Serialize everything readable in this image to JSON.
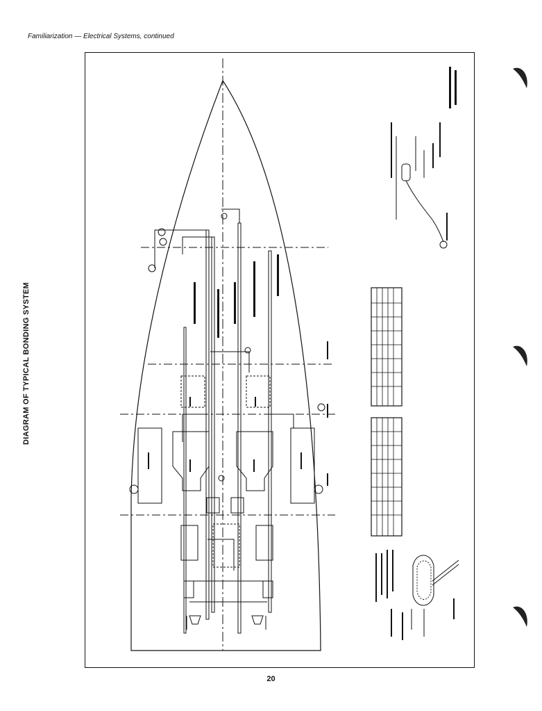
{
  "header": {
    "running_title": "Familiarization — Electrical Systems, continued"
  },
  "diagram": {
    "title": "DIAGRAM OF TYPICAL BONDING SYSTEM"
  },
  "footer": {
    "page_number": "20"
  },
  "colors": {
    "ink": "#111111",
    "paper": "#ffffff"
  }
}
